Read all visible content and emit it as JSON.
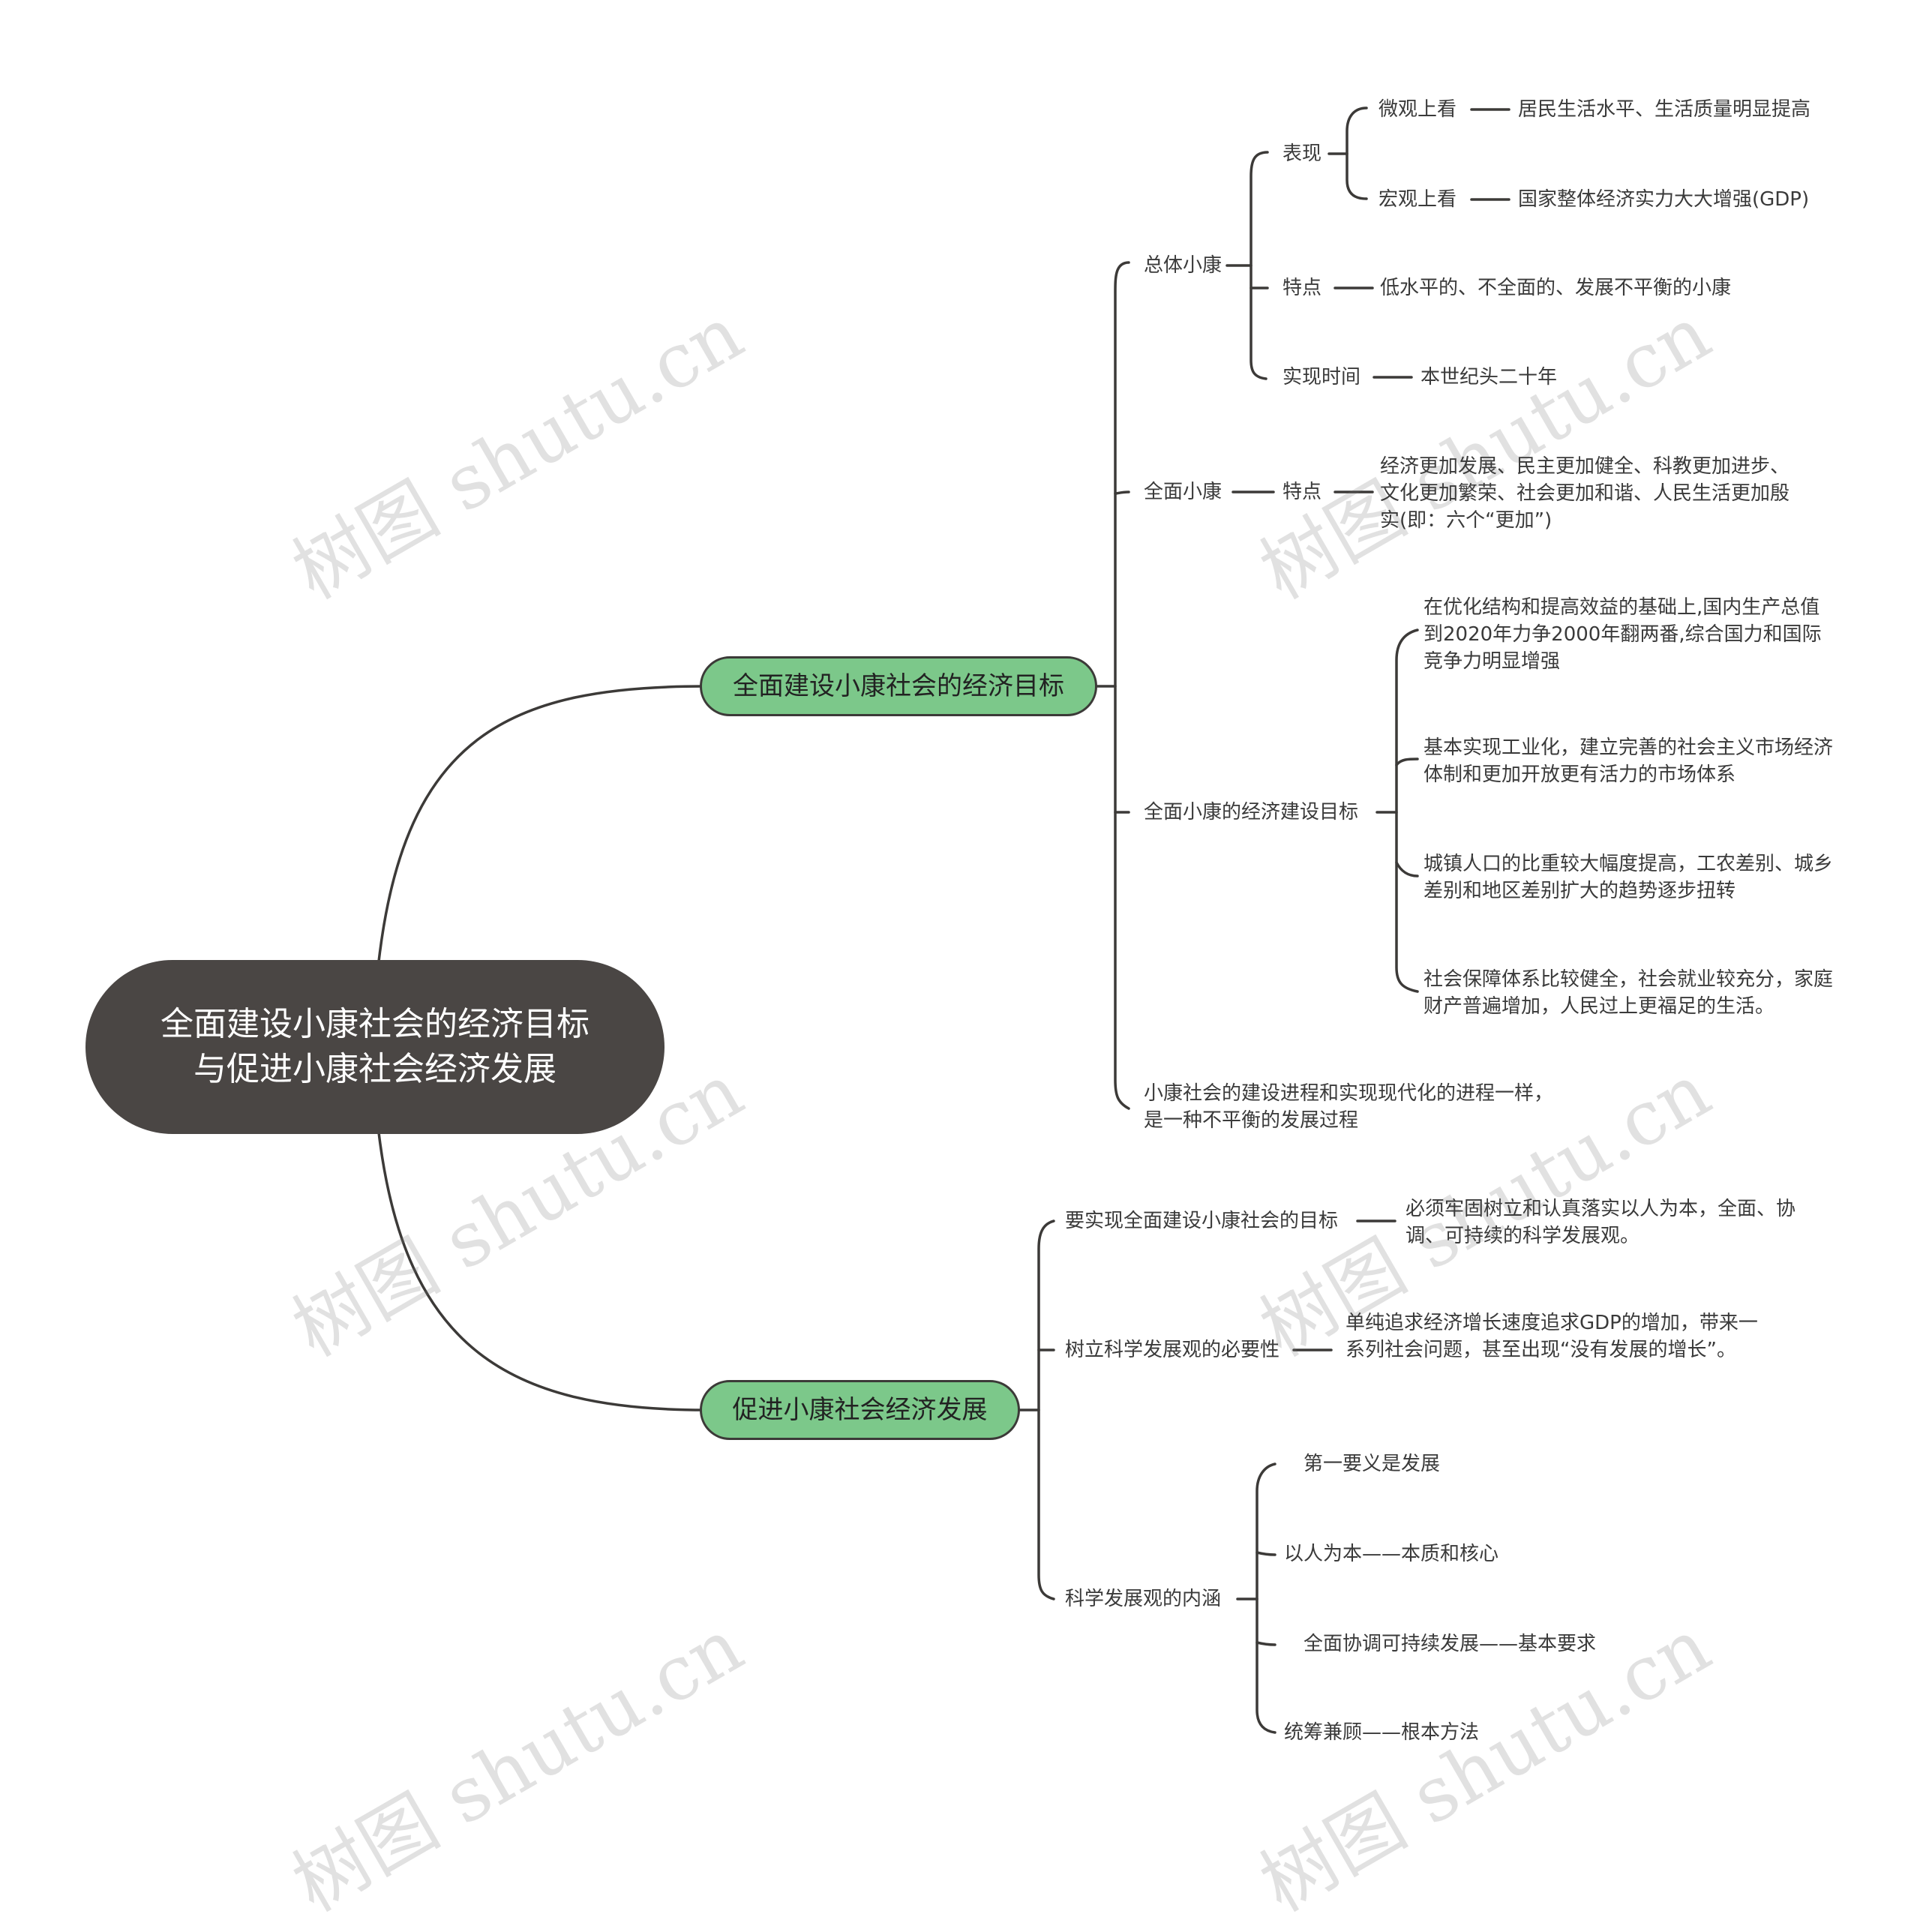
{
  "colors": {
    "line": "#3c3a38",
    "root_bg": "#4a4644",
    "branch_bg": "#7cc88a"
  },
  "watermark": "树图 shutu.cn",
  "root": {
    "title": "全面建设小康社会的经济目标与促进小康社会经济发展"
  },
  "branch1": {
    "label": "全面建设小康社会的经济目标",
    "zongti": {
      "label": "总体小康",
      "biaoxian": {
        "label": "表现",
        "weiguan": {
          "label": "微观上看",
          "value": "居民生活水平、生活质量明显提高"
        },
        "hongguan": {
          "label": "宏观上看",
          "value": "国家整体经济实力大大增强(GDP)"
        }
      },
      "tedian": {
        "label": "特点",
        "value": "低水平的、不全面的、发展不平衡的小康"
      },
      "shijian": {
        "label": "实现时间",
        "value": "本世纪头二十年"
      }
    },
    "quanmian": {
      "label": "全面小康",
      "tedian_label": "特点",
      "tedian_value": "经济更加发展、民主更加健全、科教更加进步、文化更加繁荣、社会更加和谐、人民生活更加殷实(即：六个“更加”)"
    },
    "jingji": {
      "label": "全面小康的经济建设目标",
      "items": [
        "在优化结构和提高效益的基础上,国内生产总值到2020年力争2000年翻两番,综合国力和国际竞争力明显增强",
        "基本实现工业化，建立完善的社会主义市场经济体制和更加开放更有活力的市场体系",
        "城镇人口的比重较大幅度提高，工农差别、城乡差别和地区差别扩大的趋势逐步扭转",
        "社会保障体系比较健全，社会就业较充分，家庭财产普遍增加，人民过上更福足的生活。"
      ]
    },
    "jincheng": {
      "label": "小康社会的建设进程和实现现代化的进程一样，是一种不平衡的发展过程"
    }
  },
  "branch2": {
    "label": "促进小康社会经济发展",
    "mubiao": {
      "label": "要实现全面建设小康社会的目标",
      "value": "必须牢固树立和认真落实以人为本，全面、协调、可持续的科学发展观。"
    },
    "biyao": {
      "label": "树立科学发展观的必要性",
      "value": "单纯追求经济增长速度追求GDP的增加，带来一系列社会问题，甚至出现“没有发展的增长”。"
    },
    "neihan": {
      "label": "科学发展观的内涵",
      "items": [
        "第一要义是发展",
        "以人为本——本质和核心",
        "全面协调可持续发展——基本要求",
        "统筹兼顾——根本方法"
      ]
    }
  }
}
